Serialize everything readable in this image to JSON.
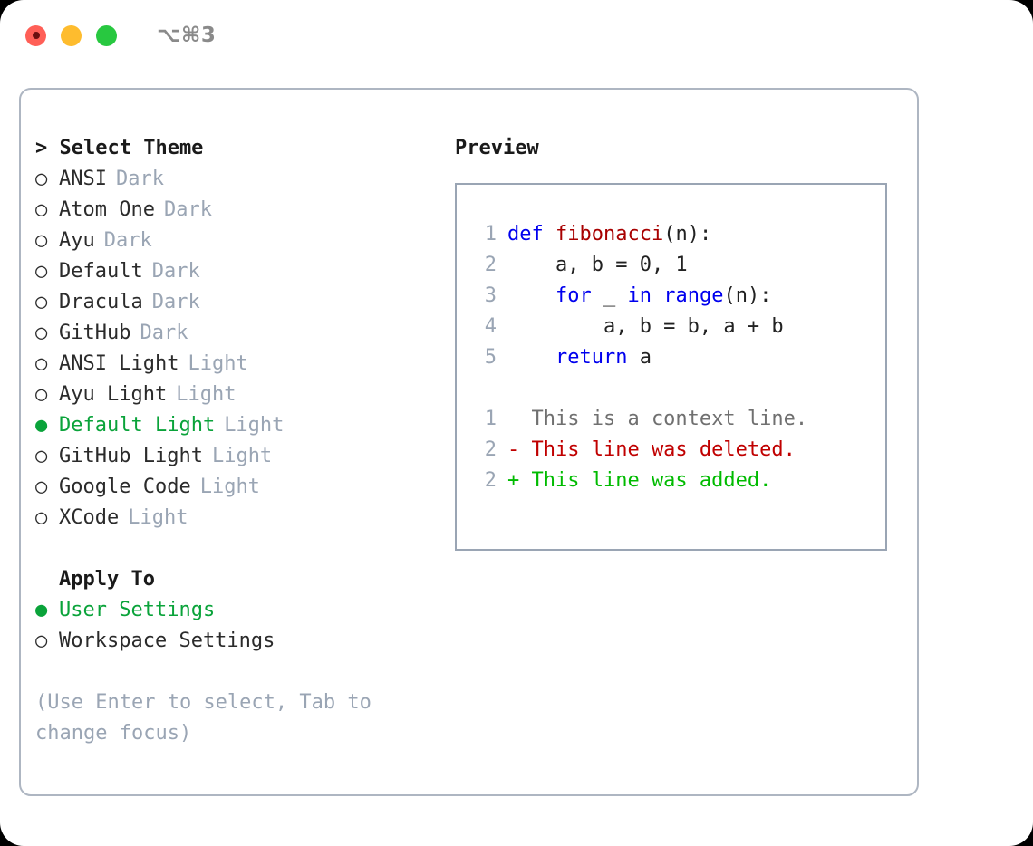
{
  "titlebar": {
    "lights": [
      {
        "name": "close-button",
        "color": "#ff5f57",
        "inner": "#6b0f0f"
      },
      {
        "name": "minimize-button",
        "color": "#febc2e",
        "inner": null
      },
      {
        "name": "maximize-button",
        "color": "#28c840",
        "inner": null
      }
    ],
    "shortcut": "⌥⌘3"
  },
  "colors": {
    "accent_green": "#0aa33a",
    "muted": "#9aa5b4",
    "border": "#aeb6c2",
    "keyword_blue": "#0000ee",
    "function_red": "#a80000",
    "diff_add": "#00bb00",
    "diff_del": "#c00000"
  },
  "theme_panel": {
    "heading": "> Select Theme",
    "items": [
      {
        "marker": "○",
        "label": "ANSI",
        "tag": "Dark",
        "selected": false
      },
      {
        "marker": "○",
        "label": "Atom One",
        "tag": "Dark",
        "selected": false
      },
      {
        "marker": "○",
        "label": "Ayu",
        "tag": "Dark",
        "selected": false
      },
      {
        "marker": "○",
        "label": "Default",
        "tag": "Dark",
        "selected": false
      },
      {
        "marker": "○",
        "label": "Dracula",
        "tag": "Dark",
        "selected": false
      },
      {
        "marker": "○",
        "label": "GitHub",
        "tag": "Dark",
        "selected": false
      },
      {
        "marker": "○",
        "label": "ANSI Light",
        "tag": "Light",
        "selected": false
      },
      {
        "marker": "○",
        "label": "Ayu Light",
        "tag": "Light",
        "selected": false
      },
      {
        "marker": "●",
        "label": "Default Light",
        "tag": "Light",
        "selected": true
      },
      {
        "marker": "○",
        "label": "GitHub Light",
        "tag": "Light",
        "selected": false
      },
      {
        "marker": "○",
        "label": "Google Code",
        "tag": "Light",
        "selected": false
      },
      {
        "marker": "○",
        "label": "XCode",
        "tag": "Light",
        "selected": false
      }
    ],
    "apply_to": {
      "heading": "Apply To",
      "items": [
        {
          "marker": "●",
          "label": "User Settings",
          "selected": true
        },
        {
          "marker": "○",
          "label": "Workspace Settings",
          "selected": false
        }
      ]
    },
    "hint": "(Use Enter to select, Tab to change focus)"
  },
  "preview_panel": {
    "title": "Preview",
    "code_lines": [
      {
        "lineno": "1",
        "tokens": [
          {
            "t": "def ",
            "c": "kw"
          },
          {
            "t": "fibonacci",
            "c": "fn"
          },
          {
            "t": "(n):",
            "c": "code-text"
          }
        ]
      },
      {
        "lineno": "2",
        "tokens": [
          {
            "t": "    a, b = 0, 1",
            "c": "code-text"
          }
        ]
      },
      {
        "lineno": "3",
        "tokens": [
          {
            "t": "    ",
            "c": "code-text"
          },
          {
            "t": "for",
            "c": "kw"
          },
          {
            "t": " _ ",
            "c": "code-text"
          },
          {
            "t": "in ",
            "c": "kw"
          },
          {
            "t": "range",
            "c": "kw"
          },
          {
            "t": "(n):",
            "c": "code-text"
          }
        ]
      },
      {
        "lineno": "4",
        "tokens": [
          {
            "t": "        a, b = b, a + b",
            "c": "code-text"
          }
        ]
      },
      {
        "lineno": "5",
        "tokens": [
          {
            "t": "    ",
            "c": "code-text"
          },
          {
            "t": "return",
            "c": "kw"
          },
          {
            "t": " a",
            "c": "code-text"
          }
        ]
      }
    ],
    "diff_lines": [
      {
        "lineno": "1",
        "text": "  This is a context line.",
        "cls": "diff-ctx"
      },
      {
        "lineno": "2",
        "text": "- This line was deleted.",
        "cls": "diff-del"
      },
      {
        "lineno": "2",
        "text": "+ This line was added.",
        "cls": "diff-add"
      }
    ]
  }
}
